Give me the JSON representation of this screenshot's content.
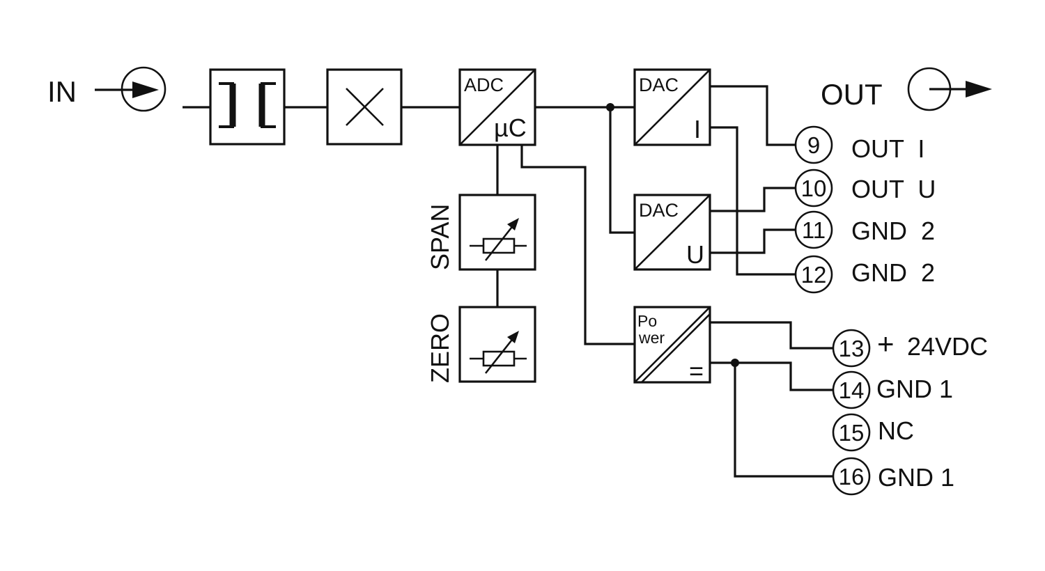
{
  "input": {
    "label": "IN"
  },
  "output": {
    "label": "OUT"
  },
  "blocks": {
    "adc": {
      "top": "ADC",
      "bottom": "µC"
    },
    "dac_current": {
      "top": "DAC",
      "bottom": "I"
    },
    "dac_voltage": {
      "top": "DAC",
      "bottom": "U"
    },
    "power": {
      "top": "Po",
      "middle": "wer",
      "bottom": "="
    },
    "span": {
      "label": "SPAN"
    },
    "zero": {
      "label": "ZERO"
    }
  },
  "terminals": [
    {
      "number": "9",
      "label": "OUT  I"
    },
    {
      "number": "10",
      "label": "OUT  U"
    },
    {
      "number": "11",
      "label": "GND  2"
    },
    {
      "number": "12",
      "label": "GND  2"
    },
    {
      "number": "13",
      "sign": "+",
      "label": "24VDC"
    },
    {
      "number": "14",
      "label": "GND 1"
    },
    {
      "number": "15",
      "label": "NC"
    },
    {
      "number": "16",
      "label": "GND 1"
    }
  ]
}
